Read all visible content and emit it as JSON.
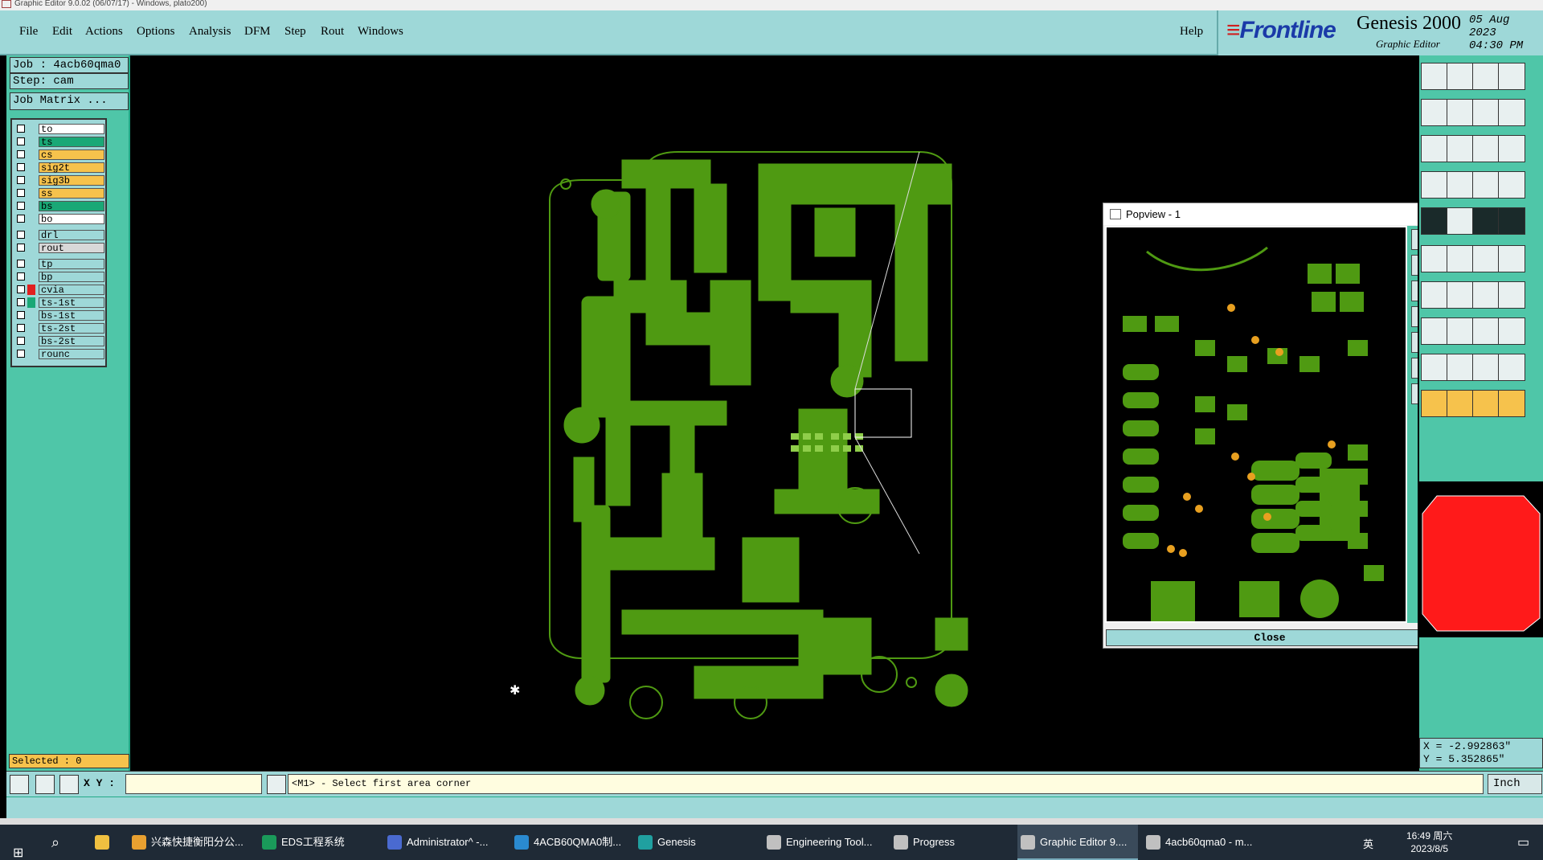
{
  "window": {
    "title": "Graphic Editor 9.0.02 (06/07/17) - Windows, plato200)"
  },
  "menu": [
    "File",
    "Edit",
    "Actions",
    "Options",
    "Analysis",
    "DFM",
    "Step",
    "Rout",
    "Windows"
  ],
  "help": "Help",
  "brand": {
    "frontline": "Frontline",
    "product": "Genesis 2000",
    "subtitle": "Graphic Editor",
    "date": "05 Aug 2023",
    "time": "04:30 PM"
  },
  "job": {
    "job": "Job : 4acb60qma0",
    "step": "Step: cam",
    "matrix": "Job Matrix ..."
  },
  "layers": [
    {
      "name": "to",
      "color": "#ffffff"
    },
    {
      "name": "ts",
      "color": "#1aa876"
    },
    {
      "name": "cs",
      "color": "#f6c24c"
    },
    {
      "name": "sig2t",
      "color": "#f6c24c"
    },
    {
      "name": "sig3b",
      "color": "#f6c24c"
    },
    {
      "name": "ss",
      "color": "#f6c24c"
    },
    {
      "name": "bs",
      "color": "#1aa876"
    },
    {
      "name": "bo",
      "color": "#ffffff"
    },
    {
      "name": "drl",
      "color": "#9ed8d8"
    },
    {
      "name": "rout",
      "color": "#d8d8d8"
    },
    {
      "name": "tp",
      "color": "#9ed8d8"
    },
    {
      "name": "bp",
      "color": "#9ed8d8"
    },
    {
      "name": "cvia",
      "color": "#9ed8d8"
    },
    {
      "name": "ts-1st",
      "color": "#9ed8d8"
    },
    {
      "name": "bs-1st",
      "color": "#9ed8d8"
    },
    {
      "name": "ts-2st",
      "color": "#9ed8d8"
    },
    {
      "name": "bs-2st",
      "color": "#9ed8d8"
    },
    {
      "name": "rounc",
      "color": "#9ed8d8"
    }
  ],
  "selected": "Selected : 0",
  "popview": {
    "title": "Popview - 1",
    "close": "Close"
  },
  "coords": {
    "x": "X = -2.992863\"",
    "y": "Y = 5.352865\""
  },
  "status": {
    "xy_label": "X Y :",
    "message": "<M1> - Select first area corner",
    "unit": "Inch"
  },
  "taskbar": {
    "items": [
      "兴森快捷衡阳分公...",
      "EDS工程系统",
      "Administrator^ -...",
      "4ACB60QMA0制...",
      "Genesis",
      "Engineering Tool...",
      "Progress",
      "Graphic Editor 9....",
      "4acb60qma0 - m..."
    ],
    "ime": "英",
    "time": "16:49 周六",
    "date": "2023/8/5"
  },
  "colors": {
    "panel": "#4fc6a8",
    "bar": "#9ed8d8",
    "copper": "#4f9a12",
    "highlight": "#f6c24c"
  }
}
